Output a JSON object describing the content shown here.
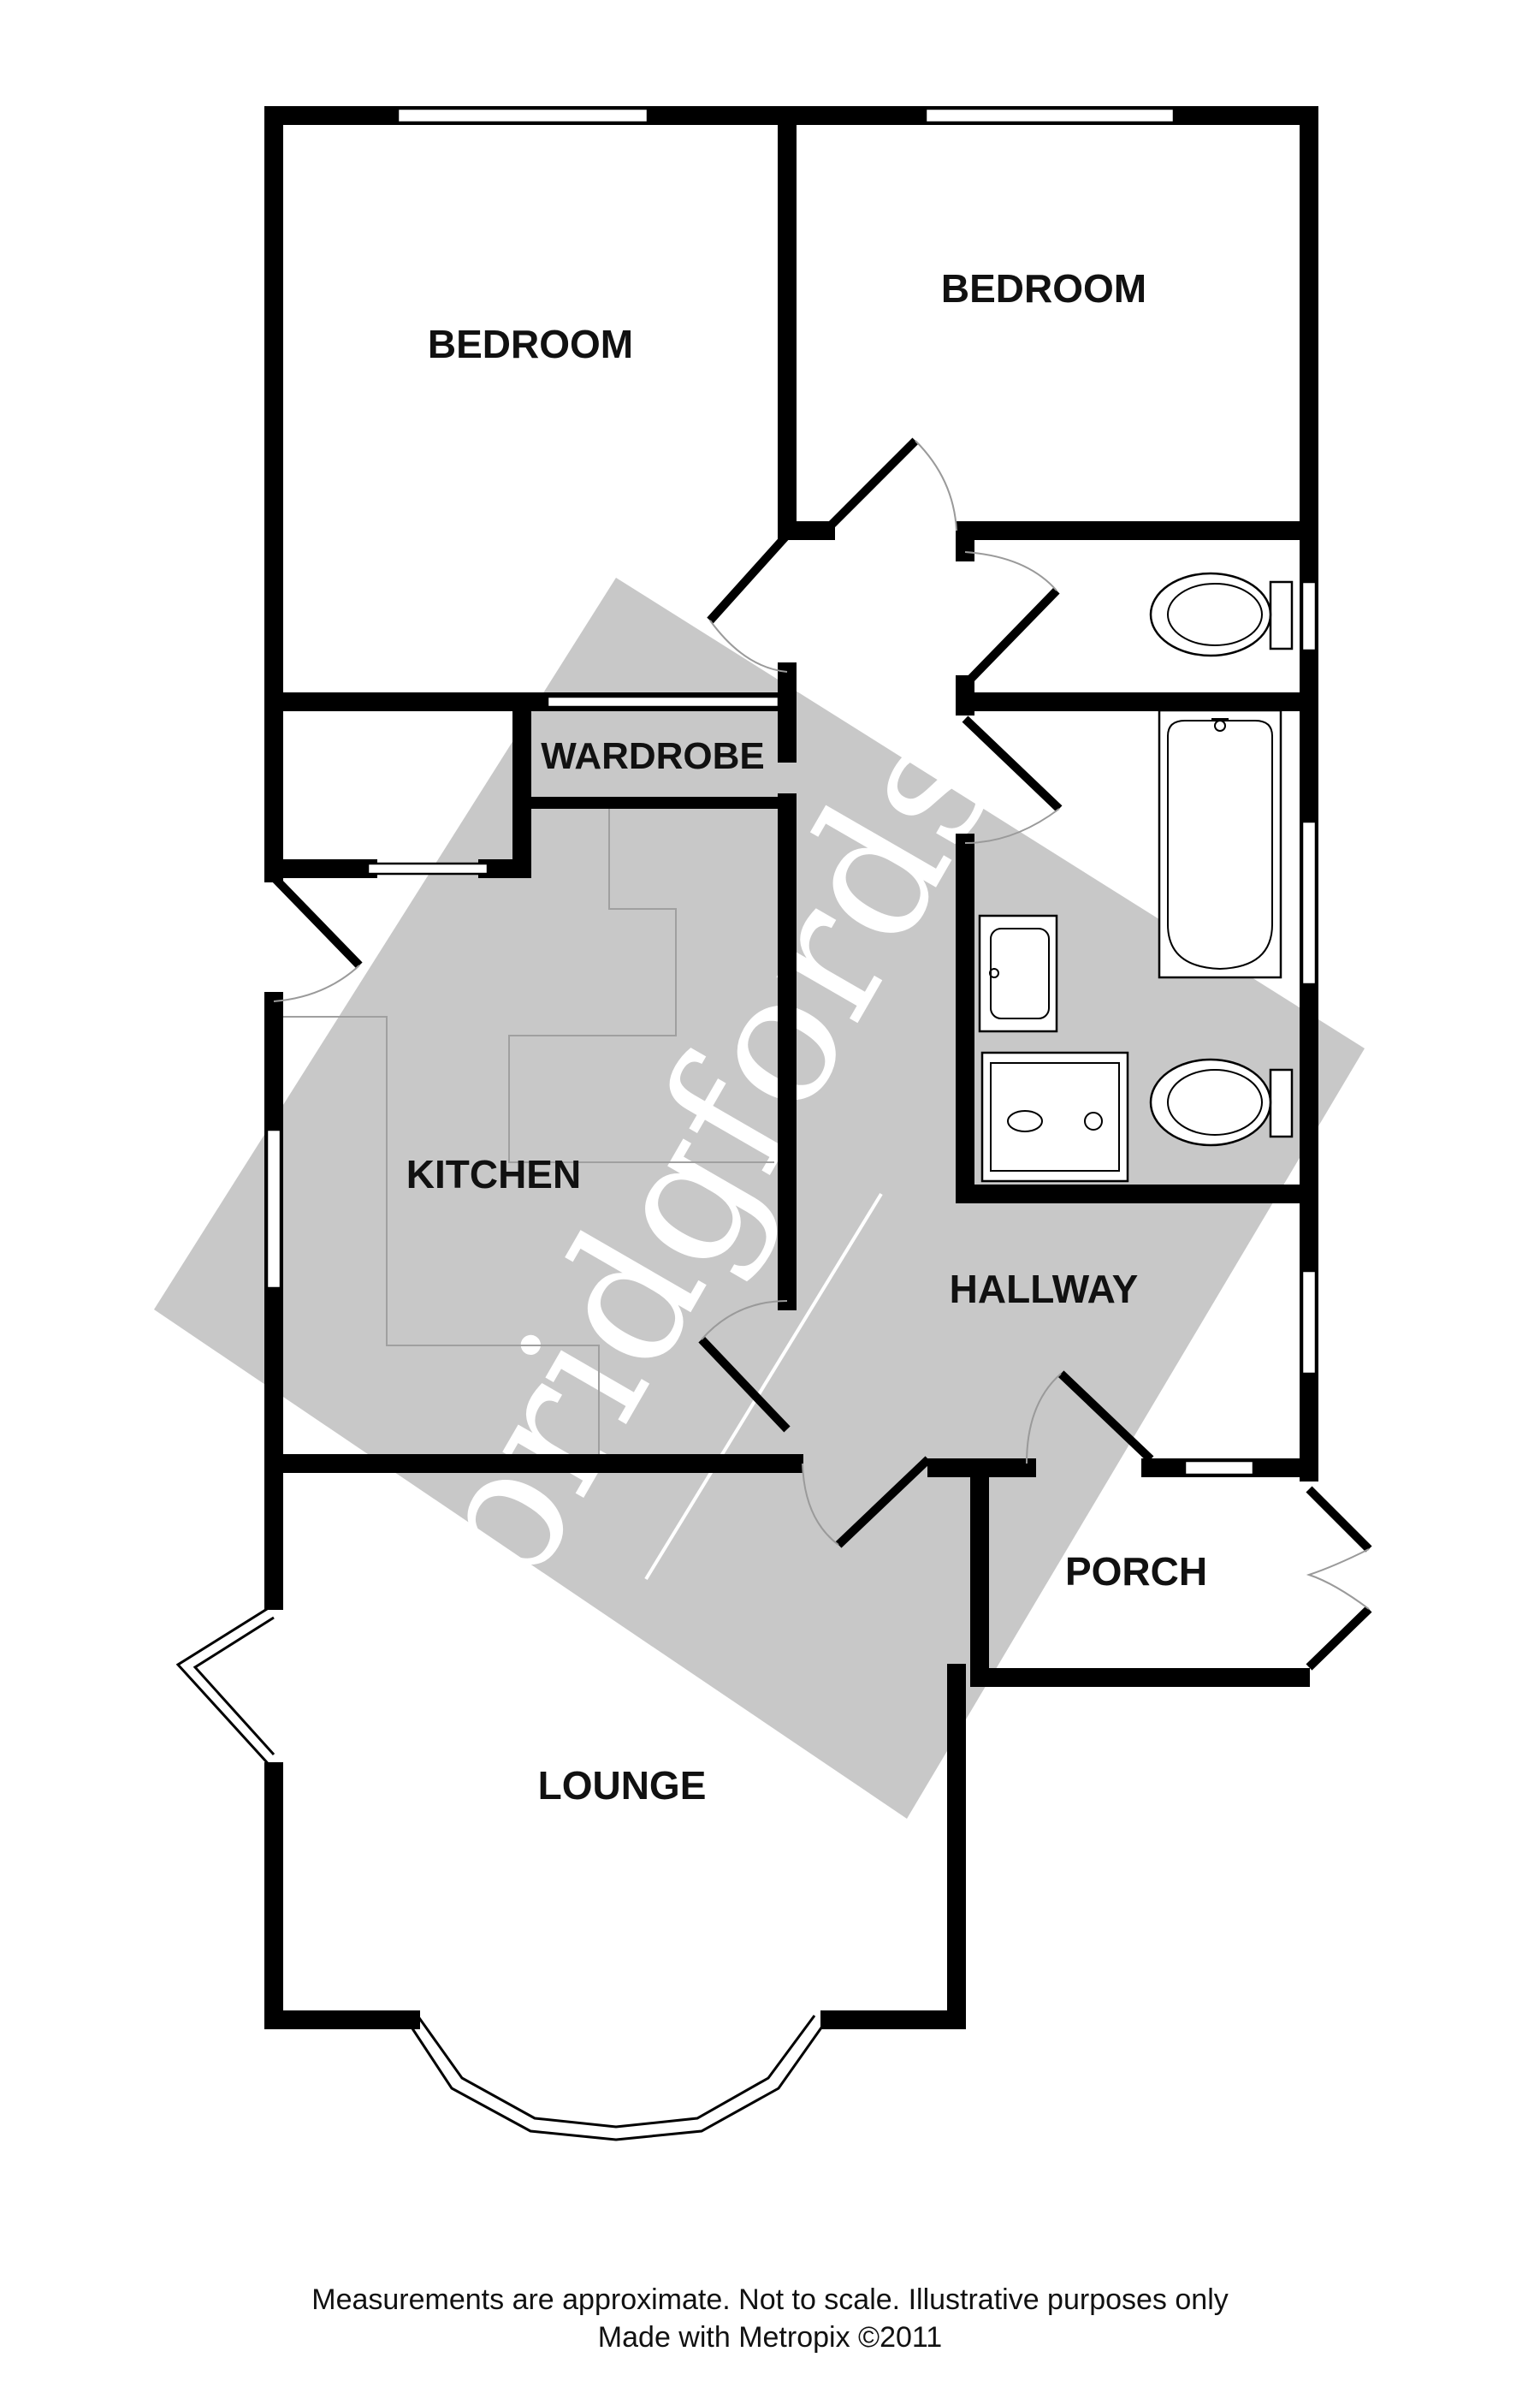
{
  "rooms": {
    "bedroom_1": "BEDROOM",
    "bedroom_2": "BEDROOM",
    "wardrobe": "WARDROBE",
    "kitchen": "KITCHEN",
    "hallway": "HALLWAY",
    "porch": "PORCH",
    "lounge": "LOUNGE"
  },
  "watermark": {
    "brand": "bridgfords",
    "color": "#c8c8c8"
  },
  "footer": {
    "line1": "Measurements are approximate.  Not to scale.  Illustrative purposes only",
    "line2": "Made with Metropix ©2011"
  },
  "colors": {
    "walls": "#000000",
    "background": "#ffffff",
    "label": "#111111"
  }
}
